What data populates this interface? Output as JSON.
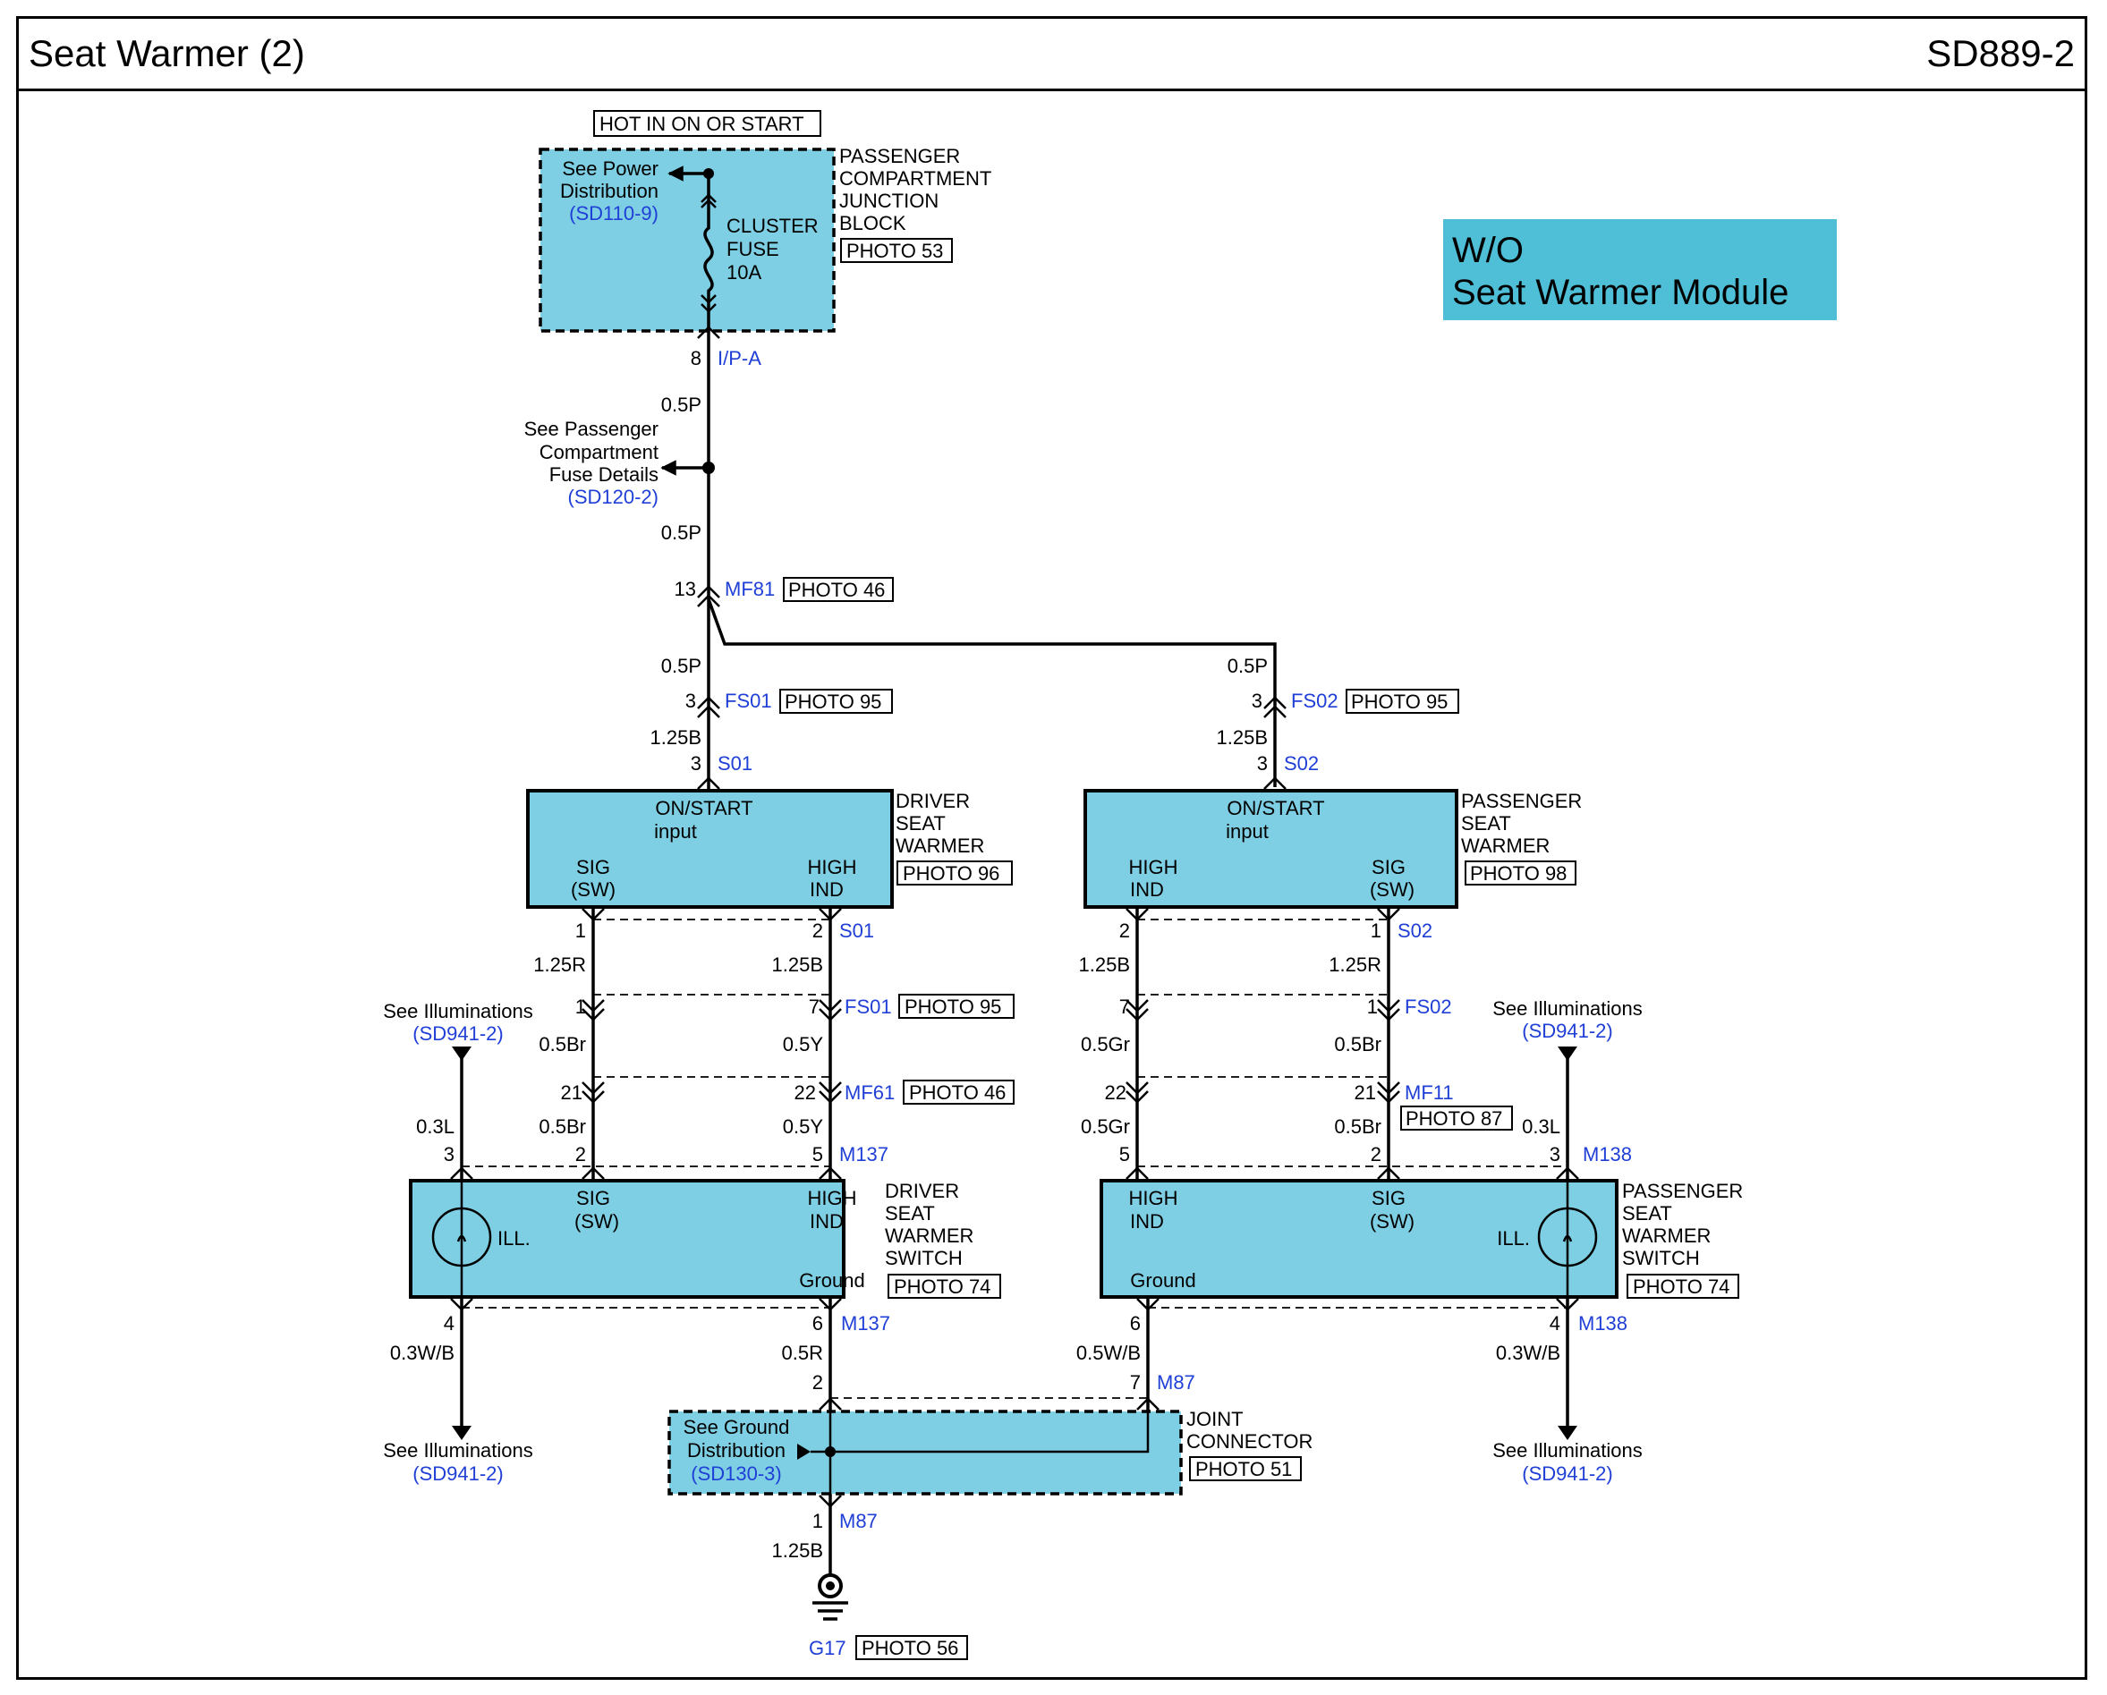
{
  "header": {
    "title": "Seat Warmer (2)",
    "code": "SD889-2"
  },
  "colors": {
    "component_fill": "#7ecfe3",
    "label_fill": "#4fbfd8",
    "ref_blue": "#1f3fd6"
  },
  "variant_label": {
    "line1": "W/O",
    "line2": "Seat Warmer Module"
  },
  "hot_label": "HOT IN ON OR START",
  "junction_block": {
    "name": [
      "PASSENGER",
      "COMPARTMENT",
      "JUNCTION",
      "BLOCK"
    ],
    "photo": "PHOTO 53",
    "fuse": [
      "CLUSTER",
      "FUSE",
      "10A"
    ],
    "see": [
      "See Power",
      "Distribution"
    ],
    "see_ref": "(SD110-9)",
    "pin": "8",
    "connector": "I/P-A"
  },
  "fuse_details": {
    "text": [
      "See Passenger",
      "Compartment",
      "Fuse Details"
    ],
    "ref": "(SD120-2)"
  },
  "wire_05p": "0.5P",
  "mf81": {
    "pin": "13",
    "connector": "MF81",
    "photo": "PHOTO 46"
  },
  "fs01_top": {
    "pin": "3",
    "connector": "FS01",
    "photo": "PHOTO 95"
  },
  "fs02_top": {
    "pin": "3",
    "connector": "FS02",
    "photo": "PHOTO 95"
  },
  "wire_125b": "1.25B",
  "s01_top": {
    "pin": "3",
    "connector": "S01"
  },
  "s02_top": {
    "pin": "3",
    "connector": "S02"
  },
  "driver_warmer": {
    "input": [
      "ON/START",
      "input"
    ],
    "sig": [
      "SIG",
      "(SW)"
    ],
    "high": [
      "HIGH",
      "IND"
    ],
    "name": [
      "DRIVER",
      "SEAT",
      "WARMER"
    ],
    "photo": "PHOTO 96"
  },
  "passenger_warmer": {
    "input": [
      "ON/START",
      "input"
    ],
    "high": [
      "HIGH",
      "IND"
    ],
    "sig": [
      "SIG",
      "(SW)"
    ],
    "name": [
      "PASSENGER",
      "SEAT",
      "WARMER"
    ],
    "photo": "PHOTO 98"
  },
  "driver_left": {
    "s01_pin": "1",
    "w1": "1.25R",
    "fs01_pin": "1",
    "w2": "0.5Br",
    "mf61_pin": "21",
    "w3": "0.5Br",
    "m137_pin": "2"
  },
  "driver_right": {
    "s01_pin": "2",
    "s01": "S01",
    "w1": "1.25B",
    "fs01_pin": "7",
    "fs01": "FS01",
    "fs01_photo": "PHOTO 95",
    "w2": "0.5Y",
    "mf61_pin": "22",
    "mf61": "MF61",
    "mf61_photo": "PHOTO 46",
    "w3": "0.5Y",
    "m137_pin": "5",
    "m137": "M137"
  },
  "passenger_left": {
    "s02_pin": "2",
    "w1": "1.25B",
    "fs02_pin": "7",
    "w2": "0.5Gr",
    "mf11_pin": "22",
    "w3": "0.5Gr",
    "m138_pin": "5"
  },
  "passenger_right": {
    "s02_pin": "1",
    "s02": "S02",
    "w1": "1.25R",
    "fs02_pin": "1",
    "fs02": "FS02",
    "w2": "0.5Br",
    "mf11_pin": "21",
    "mf11": "MF11",
    "mf11_photo": "PHOTO 87",
    "w3": "0.5Br",
    "m138_pin": "2"
  },
  "illum_driver_top": {
    "text": "See Illuminations",
    "ref": "(SD941-2)",
    "wire": "0.3L",
    "pin": "3"
  },
  "illum_pass_top": {
    "text": "See Illuminations",
    "ref": "(SD941-2)",
    "wire": "0.3L",
    "pin": "3",
    "connector": "M138"
  },
  "driver_switch": {
    "ill": "ILL.",
    "sig": [
      "SIG",
      "(SW)"
    ],
    "high": [
      "HIGH",
      "IND"
    ],
    "ground": "Ground",
    "name": [
      "DRIVER",
      "SEAT",
      "WARMER",
      "SWITCH"
    ],
    "photo": "PHOTO 74"
  },
  "passenger_switch": {
    "ill": "ILL.",
    "high": [
      "HIGH",
      "IND"
    ],
    "sig": [
      "SIG",
      "(SW)"
    ],
    "ground": "Ground",
    "name": [
      "PASSENGER",
      "SEAT",
      "WARMER",
      "SWITCH"
    ],
    "photo": "PHOTO 74"
  },
  "driver_bottom": {
    "ill_pin": "4",
    "ill_wire": "0.3W/B",
    "gnd_pin": "6",
    "connector": "M137",
    "gnd_wire": "0.5R",
    "joint_pin": "2"
  },
  "passenger_bottom": {
    "ill_pin": "4",
    "connector": "M138",
    "ill_wire": "0.3W/B",
    "gnd_pin": "6",
    "gnd_wire": "0.5W/B",
    "joint_pin": "7",
    "joint_conn": "M87"
  },
  "illum_driver_bottom": {
    "text": "See Illuminations",
    "ref": "(SD941-2)"
  },
  "illum_pass_bottom": {
    "text": "See Illuminations",
    "ref": "(SD941-2)"
  },
  "joint": {
    "see": [
      "See Ground",
      "Distribution"
    ],
    "see_ref": "(SD130-3)",
    "name": [
      "JOINT",
      "CONNECTOR"
    ],
    "photo": "PHOTO 51",
    "out_pin": "1",
    "out_conn": "M87",
    "out_wire": "1.25B"
  },
  "ground": {
    "name": "G17",
    "photo": "PHOTO 56"
  }
}
